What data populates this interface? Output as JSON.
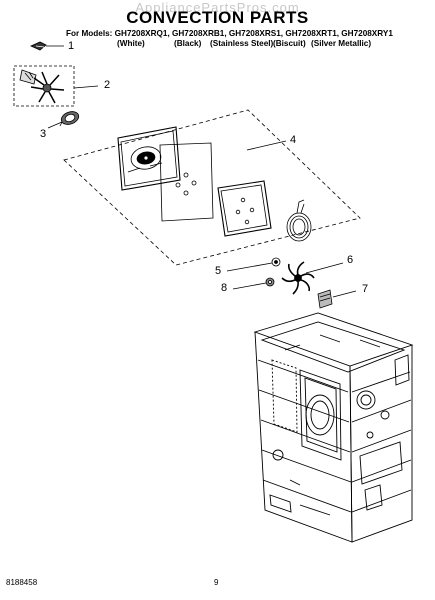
{
  "header": {
    "watermark": "AppliancePartsPros.com",
    "title": "CONVECTION PARTS",
    "models_line": "For Models: GH7208XRQ1, GH7208XRB1, GH7208XRS1, GH7208XRT1, GH7208XRY1",
    "variants": [
      "(White)",
      "(Black)",
      "(Stainless Steel)",
      "(Biscuit)",
      "(Silver Metallic)"
    ]
  },
  "callouts": [
    "1",
    "2",
    "3",
    "4",
    "5",
    "6",
    "7",
    "8"
  ],
  "footer": {
    "doc_number": "8188458",
    "page_number": "9"
  }
}
